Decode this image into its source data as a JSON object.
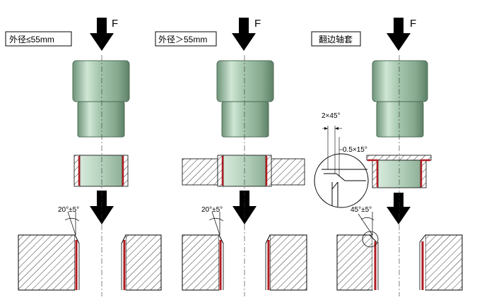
{
  "force_label": "F",
  "colors": {
    "bushing": "#a8c9b0",
    "bushing_light": "#dcefe1",
    "bushing_dark": "#6f9479",
    "liner": "#b01c22",
    "hatch": "#000000"
  },
  "panels": [
    {
      "title": "外径≤55mm",
      "angle": "20°±5°"
    },
    {
      "title": "外径＞55mm",
      "angle": "20°±5°"
    },
    {
      "title": "翻边轴套",
      "angle": "45°±5°",
      "detail_chamfer": "2×45°",
      "detail_chamfer_small": "0.5×15°"
    }
  ]
}
